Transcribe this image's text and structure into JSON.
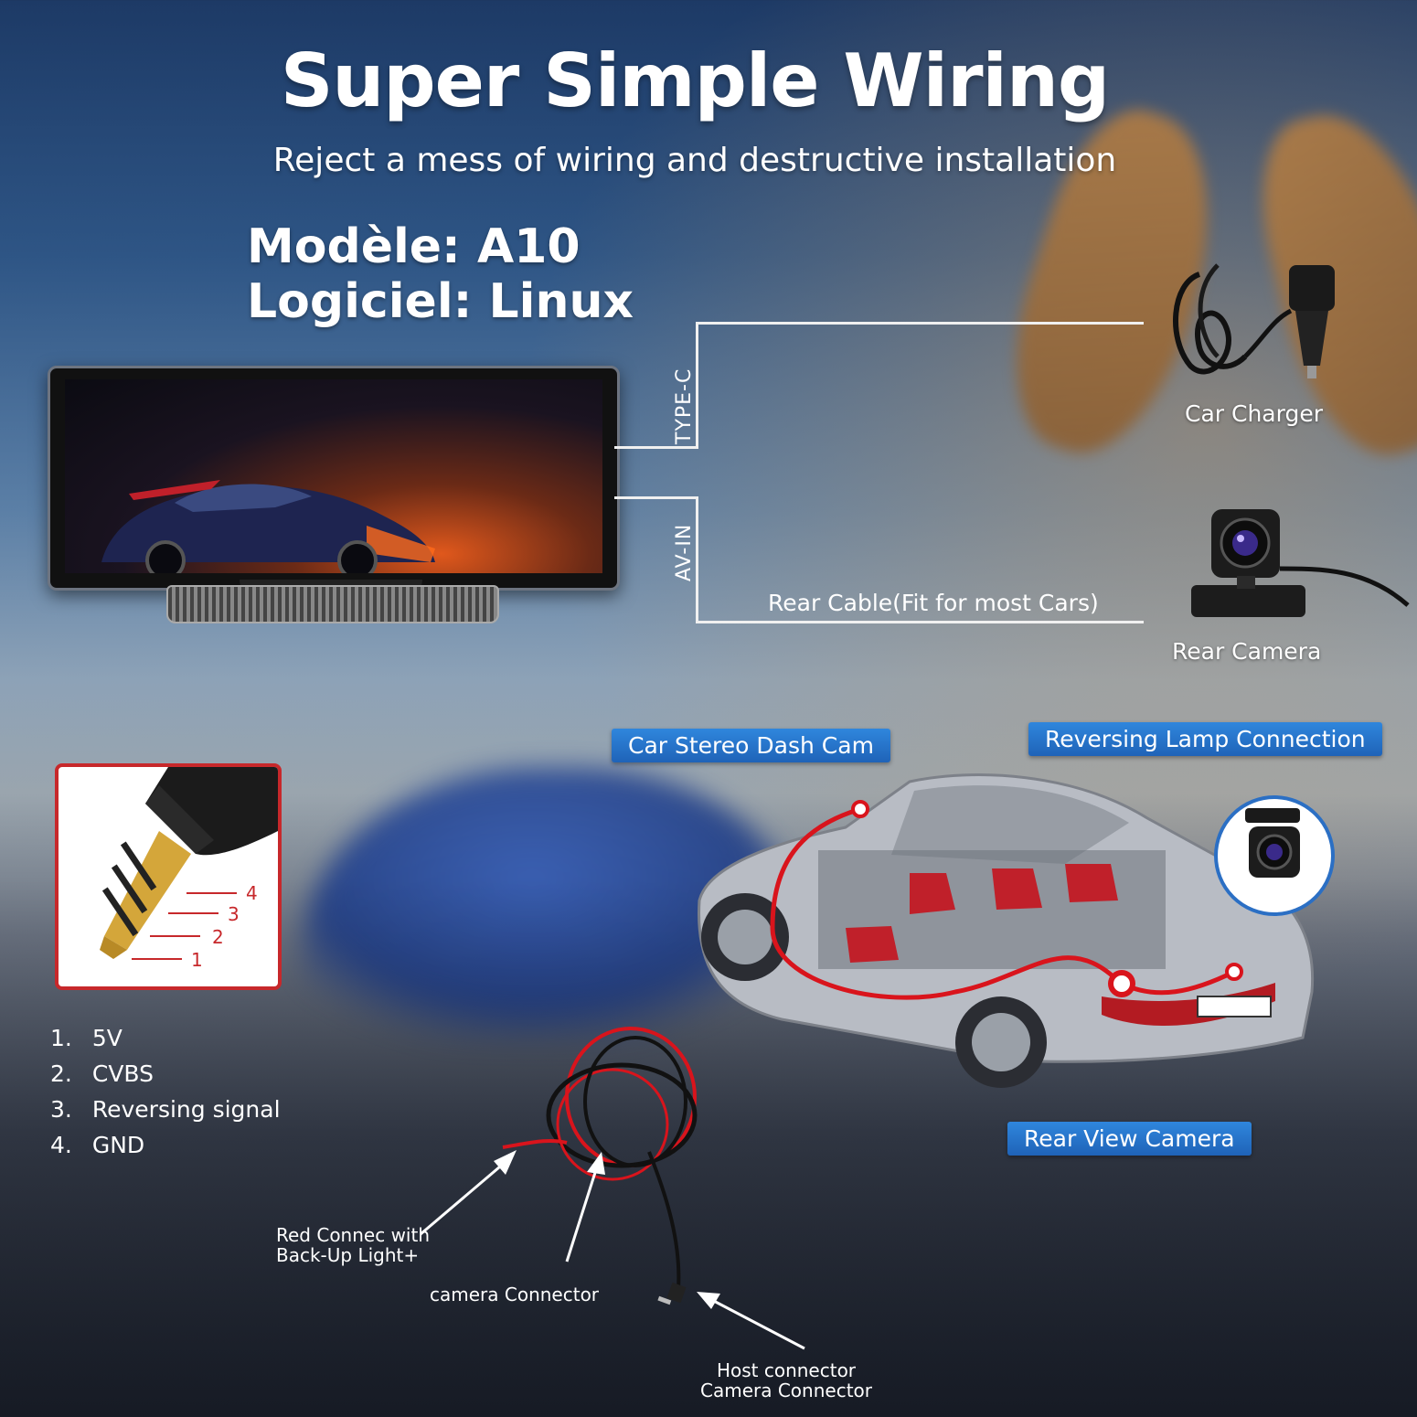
{
  "header": {
    "title": "Super Simple Wiring",
    "subtitle": "Reject a mess of wiring and destructive installation"
  },
  "model": {
    "line1": "Modèle: A10",
    "line2": "Logiciel: Linux"
  },
  "ports": {
    "type_c": "TYPE-C",
    "av_in": "AV-IN"
  },
  "devices": {
    "car_charger": "Car Charger",
    "rear_camera": "Rear Camera",
    "rear_cable": "Rear Cable(Fit for most Cars)"
  },
  "badges": {
    "dash_cam": "Car Stereo Dash Cam",
    "reversing_lamp": "Reversing Lamp Connection",
    "rear_view_camera": "Rear View Camera"
  },
  "jack": {
    "numbers": [
      "4",
      "3",
      "2",
      "1"
    ]
  },
  "pins": [
    {
      "num": "1.",
      "label": "5V"
    },
    {
      "num": "2.",
      "label": "CVBS"
    },
    {
      "num": "3.",
      "label": "Reversing signal"
    },
    {
      "num": "4.",
      "label": "GND"
    }
  ],
  "connectors": {
    "red_line1": "Red Connec with",
    "red_line2": "Back-Up Light+",
    "camera": "camera Connector",
    "host_line1": "Host connector",
    "host_line2": "Camera Connector"
  },
  "colors": {
    "badge_blue": "#1f63b8",
    "jack_red": "#c7282b"
  }
}
